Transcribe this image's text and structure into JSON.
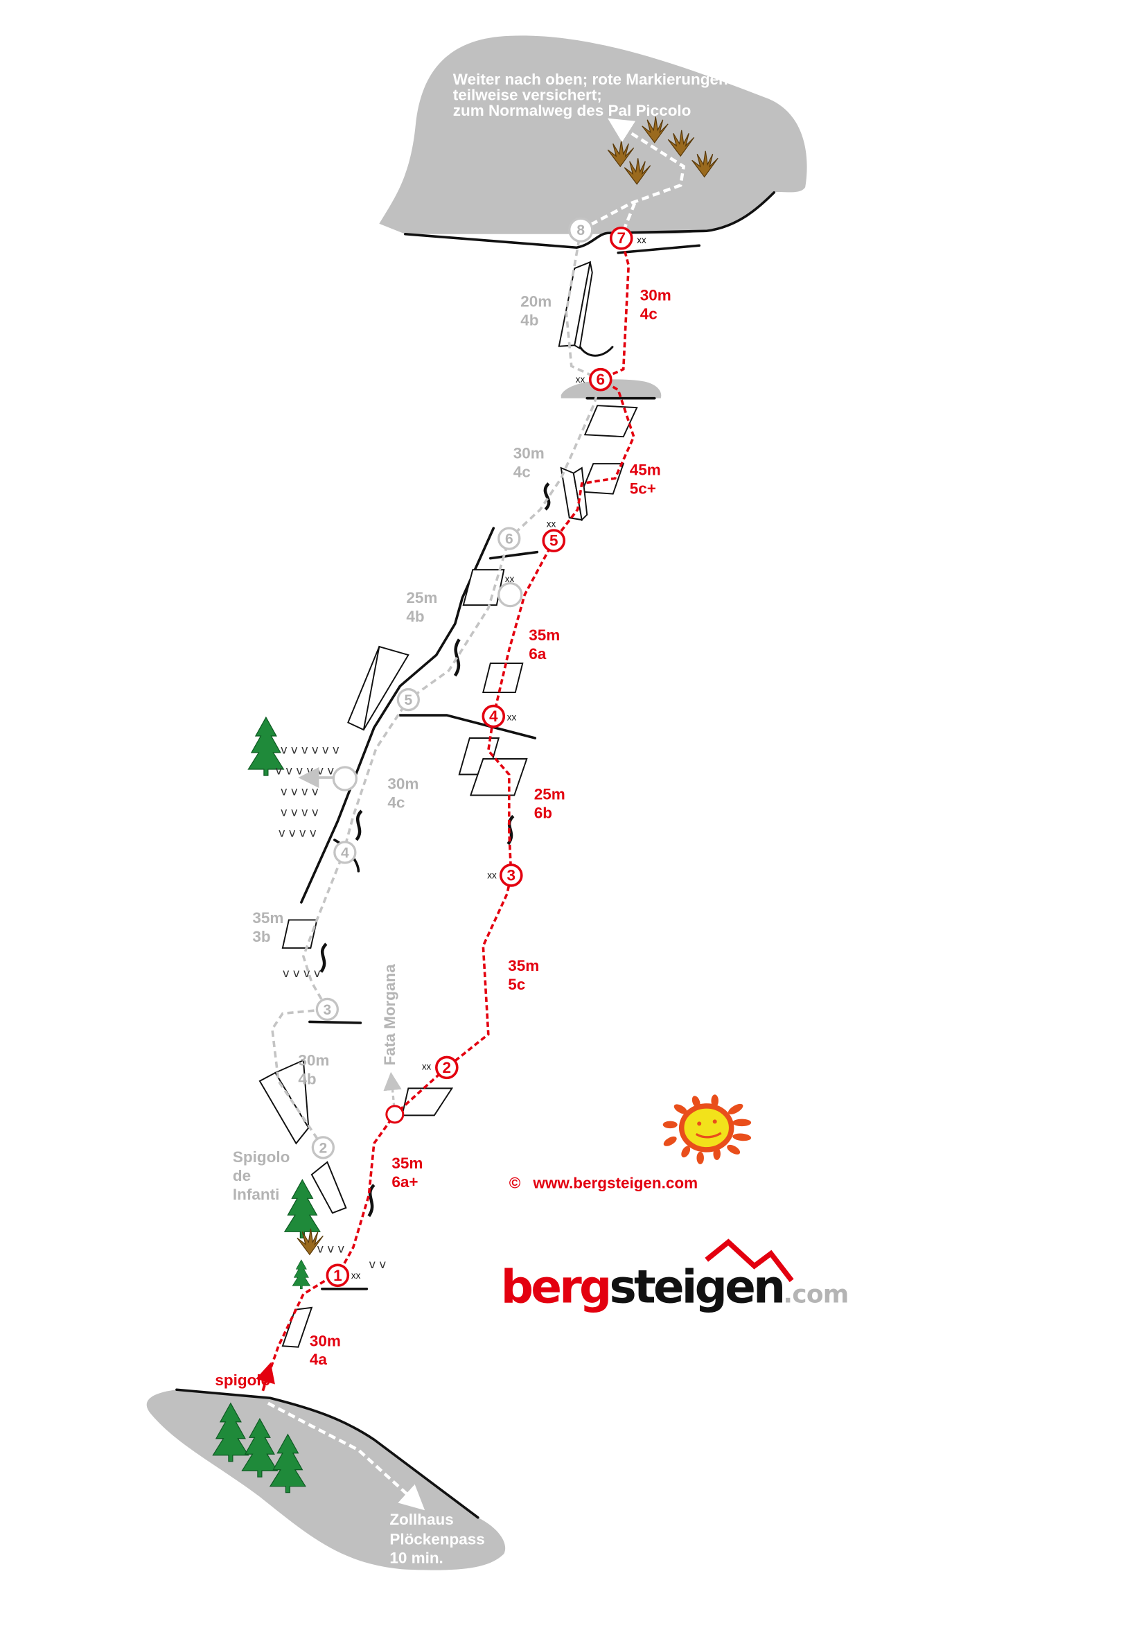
{
  "title_note": {
    "lines": [
      "Weiter nach oben; rote Markierungen",
      "teilweise versichert;",
      "zum Normalweg des Pal Piccolo"
    ]
  },
  "descent": {
    "lines": [
      "Zollhaus",
      "Plöckenpass",
      "10 min."
    ]
  },
  "start_label": "spigolo",
  "variant_label": "Fata Morgana",
  "gray_route_name": [
    "Spigolo",
    "de",
    "Infanti"
  ],
  "red_belays": [
    "1",
    "2",
    "3",
    "4",
    "5",
    "6",
    "7"
  ],
  "gray_belays": [
    "2",
    "3",
    "4",
    "5",
    "6",
    "8"
  ],
  "bolt_marker": "xx",
  "red_pitches": [
    {
      "length": "30m",
      "grade": "4a"
    },
    {
      "length": "35m",
      "grade": "6a+"
    },
    {
      "length": "35m",
      "grade": "5c"
    },
    {
      "length": "25m",
      "grade": "6b"
    },
    {
      "length": "35m",
      "grade": "6a"
    },
    {
      "length": "45m",
      "grade": "5c+"
    },
    {
      "length": "30m",
      "grade": "4c"
    }
  ],
  "gray_pitches": [
    {
      "length": "30m",
      "grade": "4b"
    },
    {
      "length": "35m",
      "grade": "3b"
    },
    {
      "length": "30m",
      "grade": "4c"
    },
    {
      "length": "25m",
      "grade": "4b"
    },
    {
      "length": "30m",
      "grade": "4c"
    },
    {
      "length": "20m",
      "grade": "4b"
    }
  ],
  "copyright": {
    "symbol": "©",
    "url": "www.bergsteigen.com"
  },
  "logo": {
    "part1": "berg",
    "part2": "steigen",
    "part3": ".com"
  },
  "colors": {
    "red_route": "#e3000f",
    "gray_route": "#c4c4c4",
    "rock": "#c0c0c0",
    "grass": "#9a6a1e",
    "tree": "#1f8a3a"
  }
}
